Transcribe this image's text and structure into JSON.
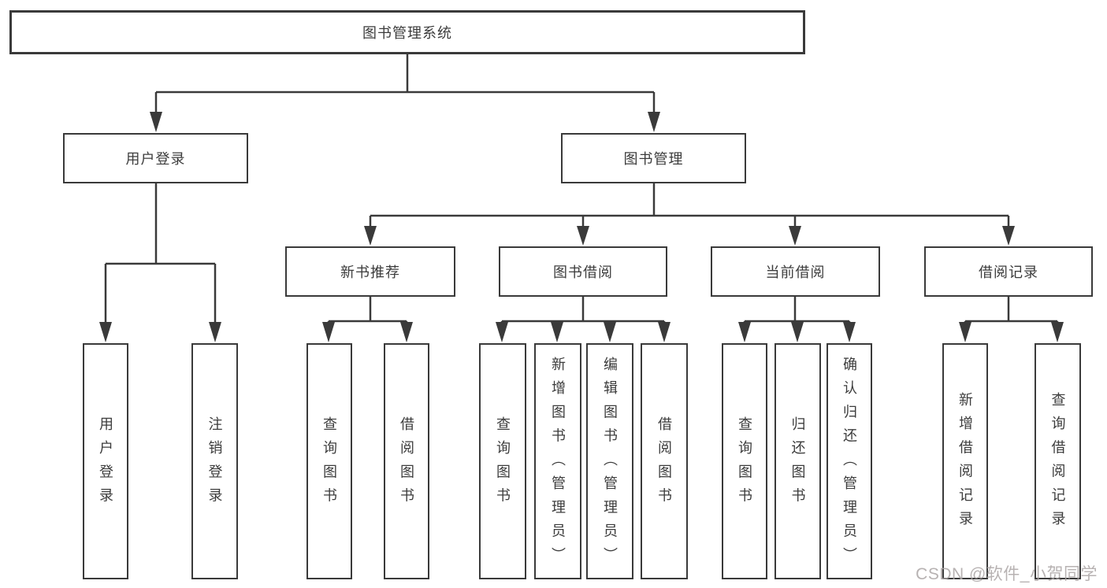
{
  "tree": {
    "root": {
      "label": "图书管理系统"
    },
    "user_login": {
      "label": "用户登录",
      "leaves": [
        "用户登录",
        "注销登录"
      ]
    },
    "book_mgmt": {
      "label": "图书管理",
      "sections": [
        {
          "label": "新书推荐",
          "leaves": [
            "查询图书",
            "借阅图书"
          ]
        },
        {
          "label": "图书借阅",
          "leaves": [
            "查询图书",
            "新增图书（管理员）",
            "编辑图书（管理员）",
            "借阅图书"
          ]
        },
        {
          "label": "当前借阅",
          "leaves": [
            "查询图书",
            "归还图书",
            "确认归还（管理员）"
          ]
        },
        {
          "label": "借阅记录",
          "leaves": [
            "新增借阅记录",
            "查询借阅记录"
          ]
        }
      ]
    }
  },
  "watermark": "CSDN @软件_小贺同学",
  "colors": {
    "line": "#3a3a3a",
    "text": "#3c3c3c",
    "box_bg": "#ffffff",
    "watermark": "#aba5a5"
  }
}
